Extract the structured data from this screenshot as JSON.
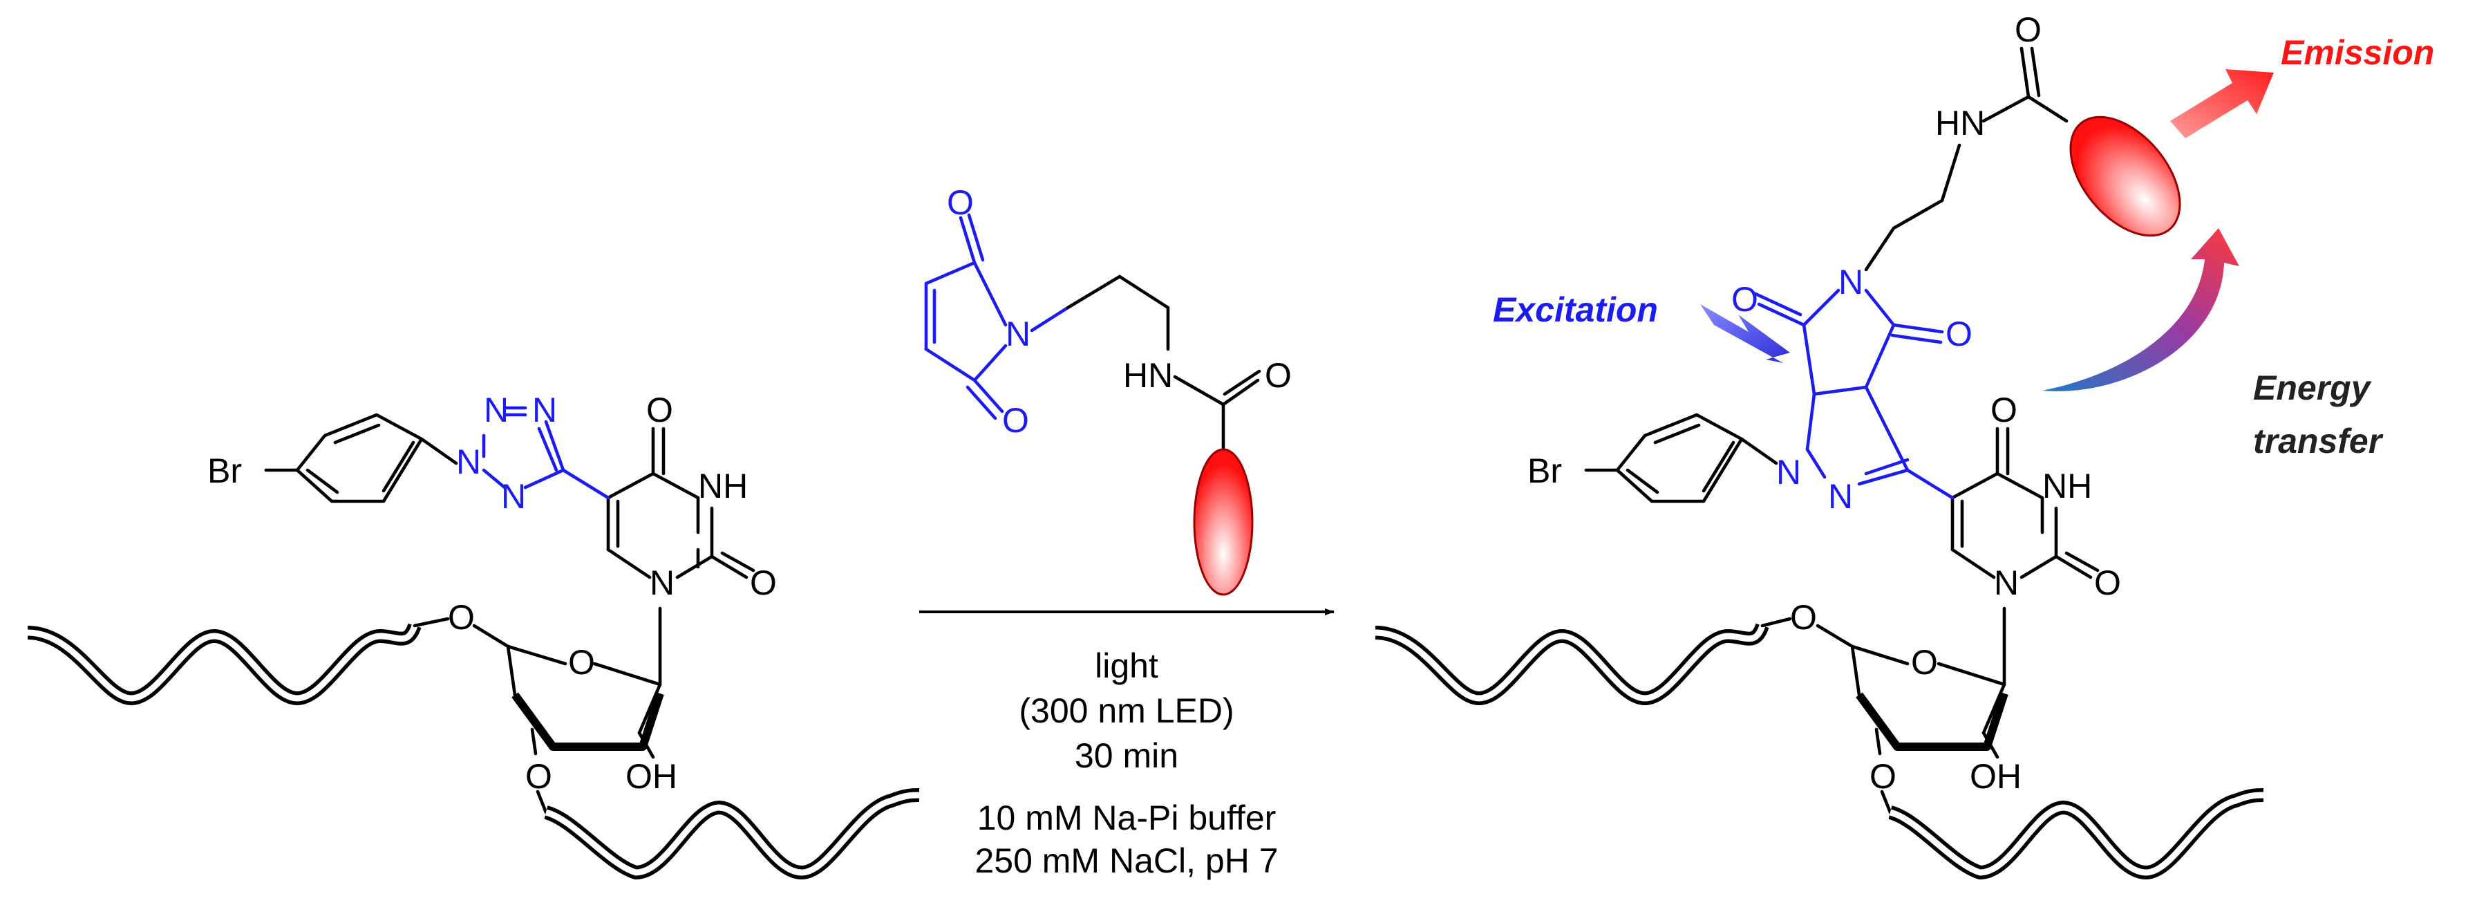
{
  "colors": {
    "bond": "#000000",
    "blue_moiety": "#1c1cf0",
    "excitation": "#1c1cf0",
    "emission": "#ff1414",
    "fluorophore": "#ff1a1a"
  },
  "reactant": {
    "br": "Br",
    "n": "N",
    "nh": "NH",
    "o": "O",
    "oh": "OH"
  },
  "reagent": {
    "o": "O",
    "n": "N",
    "hn": "HN"
  },
  "conditions": {
    "line1": "light",
    "line2": "(300 nm LED)",
    "line3": "30 min",
    "line4": "10 mM Na-Pi buffer",
    "line5": "250 mM NaCl, pH 7"
  },
  "product": {
    "br": "Br",
    "n": "N",
    "nh": "NH",
    "hn": "HN",
    "o": "O",
    "oh": "OH"
  },
  "labels": {
    "excitation": "Excitation",
    "emission": "Emission",
    "energy_line1": "Energy",
    "energy_line2": "transfer"
  }
}
